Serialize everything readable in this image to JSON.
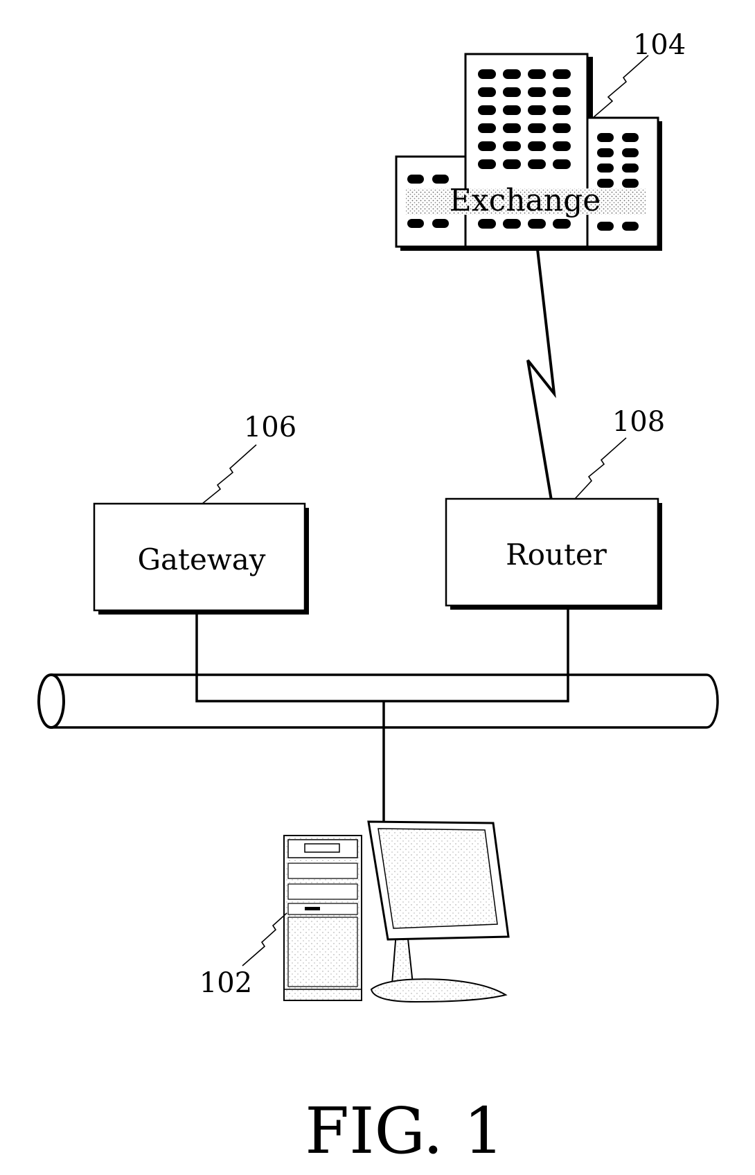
{
  "figure": {
    "caption": "FIG. 1"
  },
  "nodes": {
    "exchange": {
      "label": "Exchange",
      "ref": "104"
    },
    "gateway": {
      "label": "Gateway",
      "ref": "106"
    },
    "router": {
      "label": "Router",
      "ref": "108"
    },
    "computer": {
      "ref": "102"
    }
  }
}
